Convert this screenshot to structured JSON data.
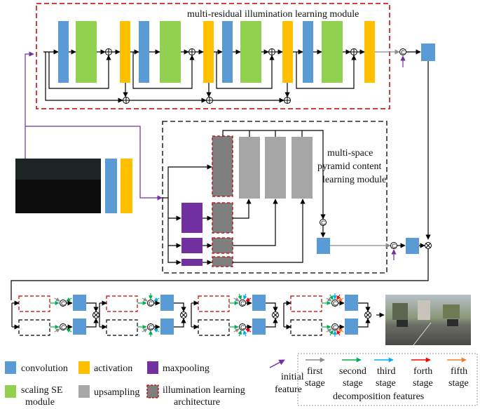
{
  "modules": {
    "illumination_title": "multi-residual illumination learning module",
    "pyramid_title_1": "multi-space",
    "pyramid_title_2": "pyramid content",
    "pyramid_title_3": "learning module"
  },
  "legend": {
    "convolution": "convolution",
    "activation": "activation",
    "maxpooling": "maxpooling",
    "scaling_se_1": "scaling SE",
    "scaling_se_2": "module",
    "upsampling": "upsampling",
    "illum_arch_1": "illumination learning",
    "illum_arch_2": "architecture",
    "initial_1": "initial",
    "initial_2": "feature",
    "stage1_1": "first",
    "stage1_2": "stage",
    "stage2_1": "second",
    "stage2_2": "stage",
    "stage3_1": "third",
    "stage3_2": "stage",
    "stage4_1": "forth",
    "stage4_2": "stage",
    "stage5_1": "fifth",
    "stage5_2": "stage",
    "decomposition": "decomposition features"
  },
  "colors": {
    "conv": "#5b9bd5",
    "activation": "#ffc000",
    "se": "#92d050",
    "maxpool": "#7030a0",
    "upsample": "#a6a6a6",
    "illum_arch": "#7f7f7f",
    "red_dash": "#c00000",
    "initial": "#7030a0",
    "stage1": "#8c8c8c",
    "stage2": "#00b050",
    "stage3": "#00b0f0",
    "stage4": "#ff0000",
    "stage5": "#ed7d31"
  }
}
